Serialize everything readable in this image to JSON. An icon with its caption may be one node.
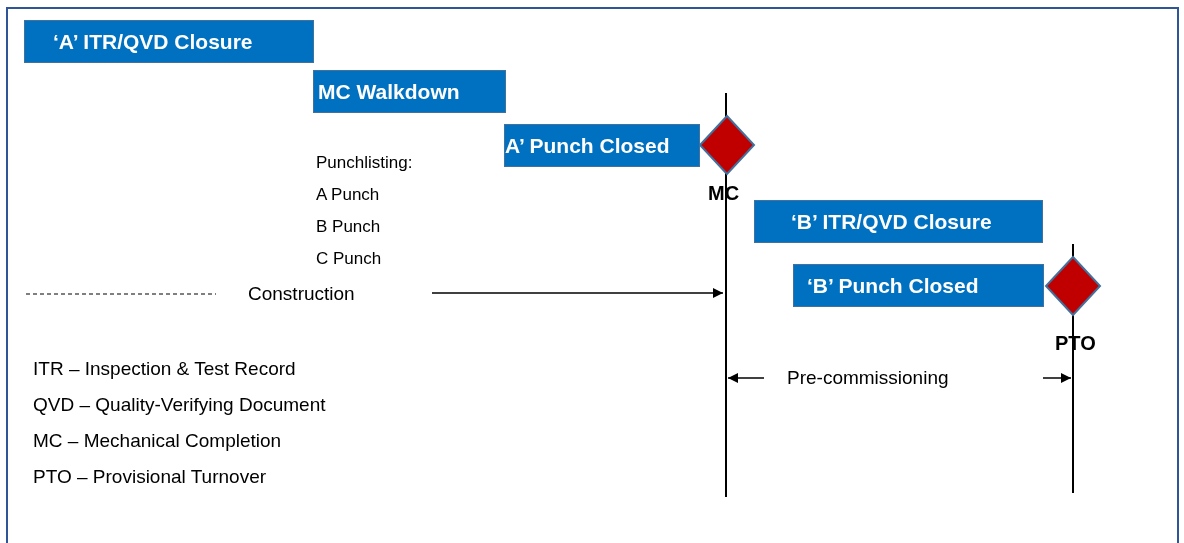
{
  "diagram": {
    "nodes": [
      {
        "text": [
          "‘A’ ITR/QVD Closure"
        ]
      },
      {
        "text": [
          "MC Walkdown"
        ]
      },
      {
        "text": [
          "A’ Punch Closed"
        ]
      },
      {
        "text": [],
        "shape": "diamond",
        "beside": [
          "MC"
        ]
      },
      {
        "text": [
          "‘B’ ITR/QVD Closure"
        ]
      },
      {
        "text": [
          "‘B’ Punch Closed"
        ]
      },
      {
        "text": [],
        "shape": "diamond",
        "beside": [
          "PTO"
        ]
      }
    ],
    "labels": [
      "Punchlisting:",
      "A Punch",
      "B Punch",
      "C Punch",
      "Construction",
      "Pre-commissioning",
      "ITR – Inspection & Test Record",
      "QVD – Quality-Verifying Document",
      "MC – Mechanical Completion",
      "PTO – Provisional Turnover"
    ]
  }
}
